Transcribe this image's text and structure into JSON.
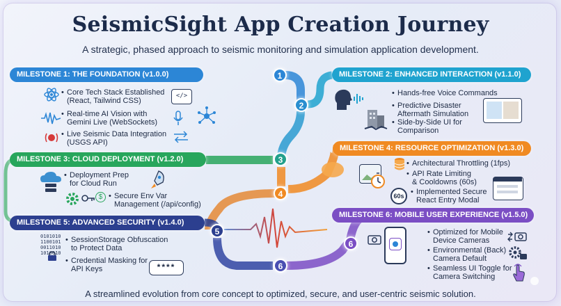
{
  "title": "SeismicSight App Creation Journey",
  "subtitle": "A strategic, phased approach to seismic monitoring and simulation application development.",
  "footer": "A streamlined evolution from core concept to optimized, secure, and user-centric seismic solution.",
  "colors": {
    "m1": "#2c86d6",
    "m2": "#1fa3cf",
    "m3": "#28a65c",
    "m4": "#f08a22",
    "m5": "#2c3f8f",
    "m6": "#7b4ec4"
  },
  "nodes": [
    "1",
    "2",
    "3",
    "4",
    "5",
    "6"
  ],
  "milestones": {
    "m1": {
      "label": "MILESTONE 1: THE FOUNDATION (v1.0.0)",
      "features": [
        [
          "Core Tech Stack Established",
          "(React, Tailwind CSS)"
        ],
        [
          "Real-time AI Vision with",
          "Gemini Live (WebSockets)"
        ],
        [
          "Live Seismic Data Integration",
          "(USGS API)"
        ]
      ]
    },
    "m2": {
      "label": "MILESTONE 2: ENHANCED INTERACTION (v1.1.0)",
      "features": [
        [
          "Hands-free Voice Commands"
        ],
        [
          "Predictive Disaster",
          "Aftermath Simulation"
        ],
        [
          "Side-by-Side UI for",
          "Comparison"
        ]
      ]
    },
    "m3": {
      "label": "MILESTONE 3: CLOUD DEPLOYMENT (v1.2.0)",
      "features": [
        [
          "Deployment Prep",
          "for Cloud Run"
        ],
        [
          "Secure Env Var",
          "Management (/api/config)"
        ]
      ]
    },
    "m4": {
      "label": "MILESTONE 4: RESOURCE OPTIMIZATION (v1.3.0)",
      "features": [
        [
          "Architectural Throttling (1fps)"
        ],
        [
          "API Rate Limiting",
          "& Cooldowns (60s)"
        ],
        [
          "Implemented Secure",
          "React Entry Modal"
        ]
      ]
    },
    "m5": {
      "label": "MILESTONE 5: ADVANCED SECURITY (v1.4.0)",
      "features": [
        [
          "SessionStorage Obfuscation",
          "to Protect Data"
        ],
        [
          "Credential Masking for",
          "API Keys"
        ]
      ]
    },
    "m6": {
      "label": "MILESTONE 6: MOBILE USER EXPERIENCE (v1.5.0)",
      "features": [
        [
          "Optimized for Mobile",
          "Device Cameras"
        ],
        [
          "Environmental (Back)",
          "Camera Default"
        ],
        [
          "Seamless UI Toggle for",
          "Camera Switching"
        ]
      ]
    }
  },
  "icons": {
    "m1": [
      "react-atom-icon",
      "code-window-icon",
      "waveform-icon",
      "microphone-icon",
      "network-node-icon",
      "seismic-alert-icon",
      "data-sync-arrows-icon"
    ],
    "m2": [
      "voice-head-icon",
      "collapsed-building-icon",
      "side-by-side-screen-icon"
    ],
    "m3": [
      "cloud-server-icon",
      "rocket-icon",
      "gear-icon",
      "key-icon",
      "dollar-coin-icon"
    ],
    "m4": [
      "database-icon",
      "map-image-icon",
      "stopwatch-icon",
      "60s-timer-icon",
      "entry-modal-icon"
    ],
    "m5": [
      "binary-lock-icon",
      "password-mask-icon"
    ],
    "m6": [
      "smartphone-camera-icon",
      "camera-switch-icon",
      "settings-camera-icon",
      "tap-hand-icon"
    ]
  },
  "badges": {
    "timer": "60s",
    "password": "****"
  }
}
